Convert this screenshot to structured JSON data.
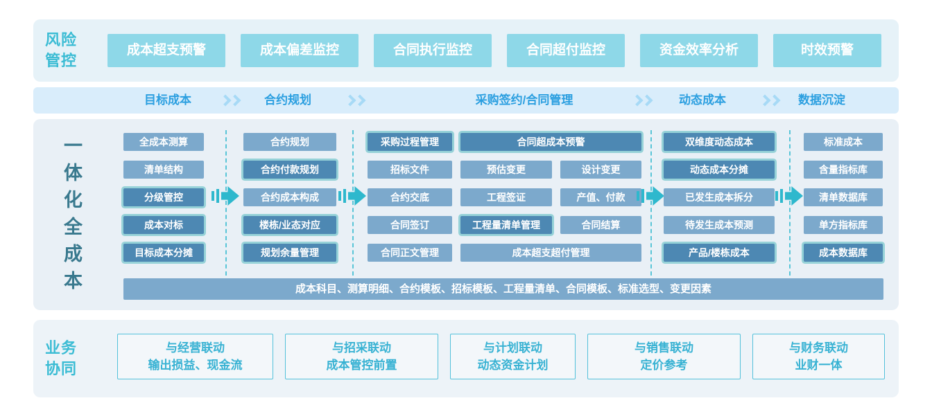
{
  "risk": {
    "label_line1": "风险",
    "label_line2": "管控",
    "buttons": [
      "成本超支预警",
      "成本偏差监控",
      "合同执行监控",
      "合同超付监控",
      "资金效率分析",
      "时效预警"
    ]
  },
  "stages": {
    "s1": "目标成本",
    "s2": "合约规划",
    "s3": "采购签约/合同管理",
    "s4": "动态成本",
    "s5": "数据沉淀"
  },
  "main": {
    "label": "一体化全成本",
    "col1": {
      "b1": "全成本测算",
      "b2": "清单结构",
      "b3": "分级管控",
      "b4": "成本对标",
      "b5": "目标成本分摊"
    },
    "col2": {
      "b1": "合约规划",
      "b2": "合约付款规划",
      "b3": "合约成本构成",
      "b4": "楼栋/业态对应",
      "b5": "规划余量管理"
    },
    "col3": {
      "r1c1": "采购过程管理",
      "r1c2": "合同超成本预警",
      "r2c1": "招标文件",
      "r2c2": "预估变更",
      "r2c3": "设计变更",
      "r3c1": "合约交底",
      "r3c2": "工程签证",
      "r3c3": "产值、付款",
      "r4c1": "合同签订",
      "r4c2": "工程量清单管理",
      "r4c3": "合同结算",
      "r5c1": "合同正文管理",
      "r5c2": "成本超支超付管理"
    },
    "col4": {
      "b1": "双维度动态成本",
      "b2": "动态成本分摊",
      "b3": "已发生成本拆分",
      "b4": "待发生成本预测",
      "b5": "产品/楼栋成本"
    },
    "col5": {
      "b1": "标准成本",
      "b2": "含量指标库",
      "b3": "清单数据库",
      "b4": "单方指标库",
      "b5": "成本数据库"
    },
    "footer": "成本科目、测算明细、合约模板、招标模板、工程量清单、合同模板、标准选型、变更因素"
  },
  "biz": {
    "label_line1": "业务",
    "label_line2": "协同",
    "boxes": [
      {
        "line1": "与经营联动",
        "line2": "输出损益、现金流"
      },
      {
        "line1": "与招采联动",
        "line2": "成本管控前置"
      },
      {
        "line1": "与计划联动",
        "line2": "动态资金计划"
      },
      {
        "line1": "与销售联动",
        "line2": "定价参考"
      },
      {
        "line1": "与财务联动",
        "line2": "业财一体"
      }
    ]
  },
  "colors": {
    "teal_label": "#3bbcd4",
    "risk_button_bg": "#8ed8e8",
    "stage_bar_bg": "#d9edfb",
    "stage_text": "#2b9fe0",
    "plain_box": "#7ca9cc",
    "highlight_box_fill": "#4d88b3",
    "highlight_box_border": "#96d2d8",
    "arrow": "#2eb8cd",
    "vertical_label": "#39798e",
    "biz_border": "#52c0da"
  }
}
